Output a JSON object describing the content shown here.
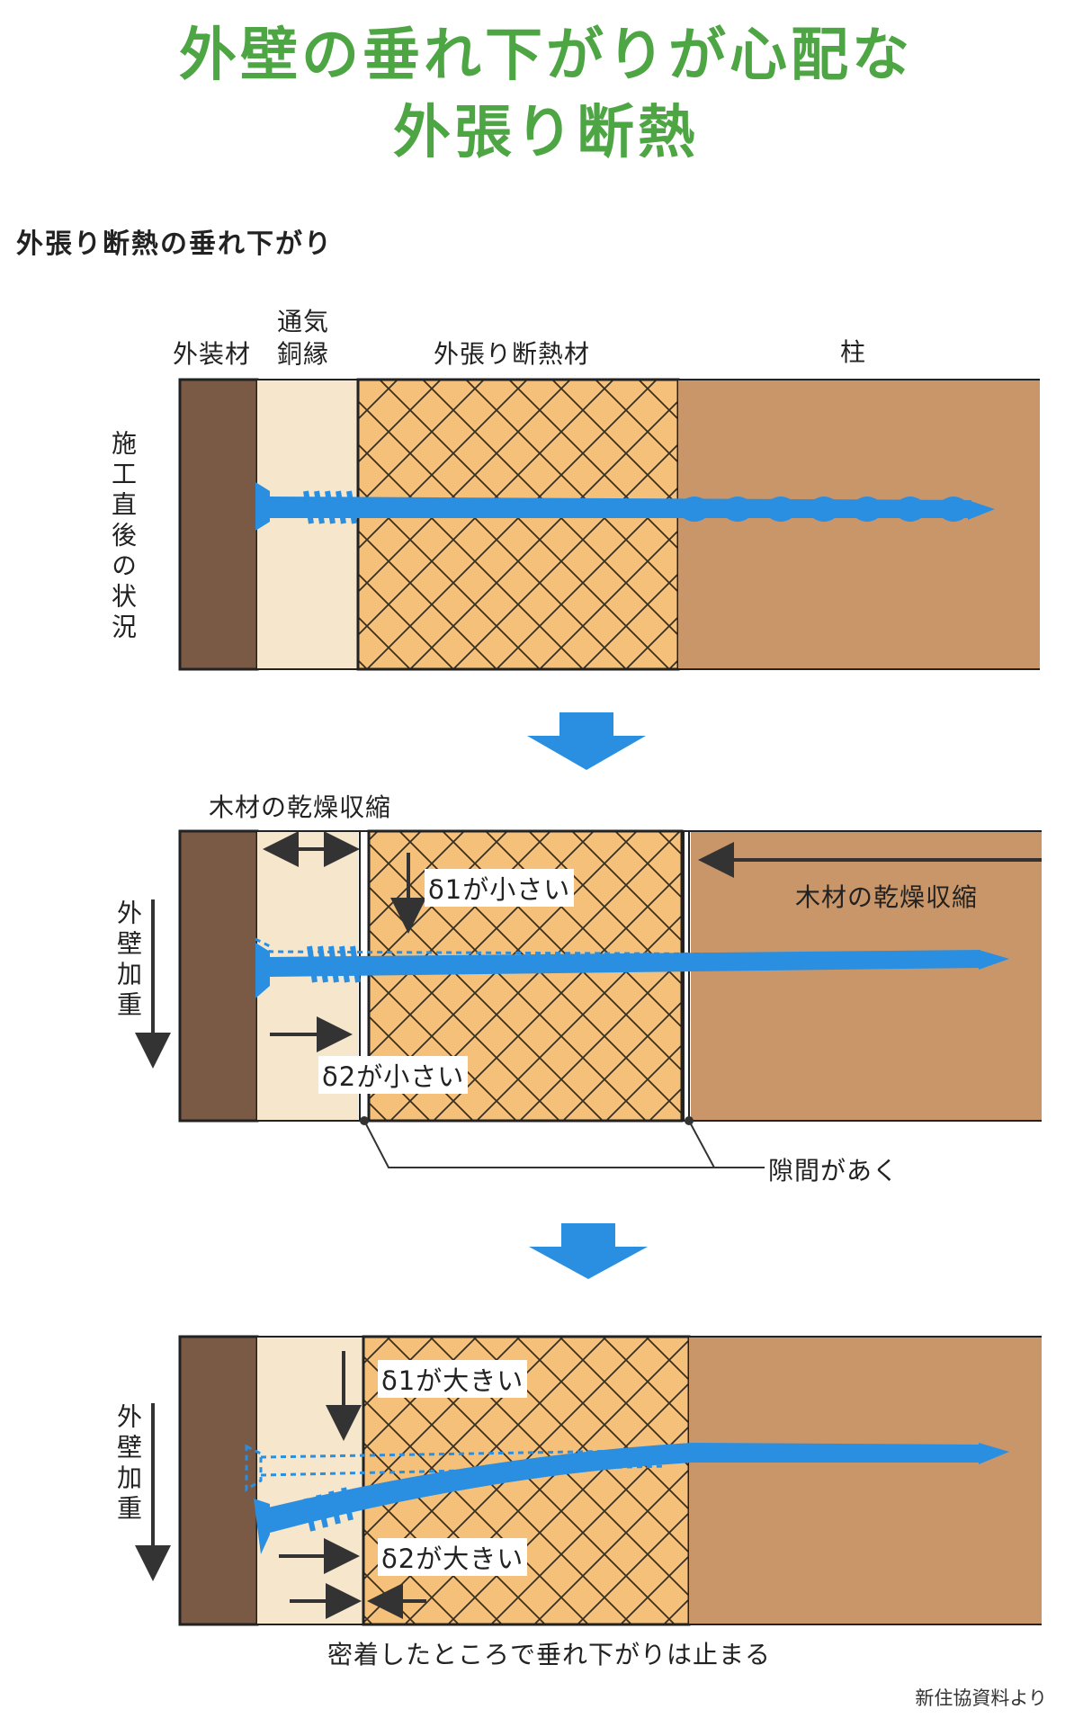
{
  "title_line1": "外壁の垂れ下がりが心配な",
  "title_line2": "外張り断熱",
  "subtitle": "外張り断熱の垂れ下がり",
  "layer_labels": {
    "cladding": "外装材",
    "vent_batten_1": "通気",
    "vent_batten_2": "銅縁",
    "insulation": "外張り断熱材",
    "post": "柱"
  },
  "panel1": {
    "side_label": "施工直後の状況"
  },
  "panel2": {
    "top_label": "木材の乾燥収縮",
    "right_label": "木材の乾燥収縮",
    "side_label": "外壁加重",
    "delta1": "δ1が小さい",
    "delta2": "δ2が小さい",
    "gap_label": "隙間があく"
  },
  "panel3": {
    "side_label": "外壁加重",
    "delta1": "δ1が大きい",
    "delta2": "δ2が大きい",
    "bottom_label": "密着したところで垂れ下がりは止まる"
  },
  "credit": "新住協資料より",
  "colors": {
    "title": "#4ea544",
    "cladding": "#7a5a44",
    "batten": "#f6e6cc",
    "insulation": "#f5c07a",
    "post": "#c89669",
    "screw": "#2a8fe0",
    "arrow": "#2a8fe0"
  }
}
